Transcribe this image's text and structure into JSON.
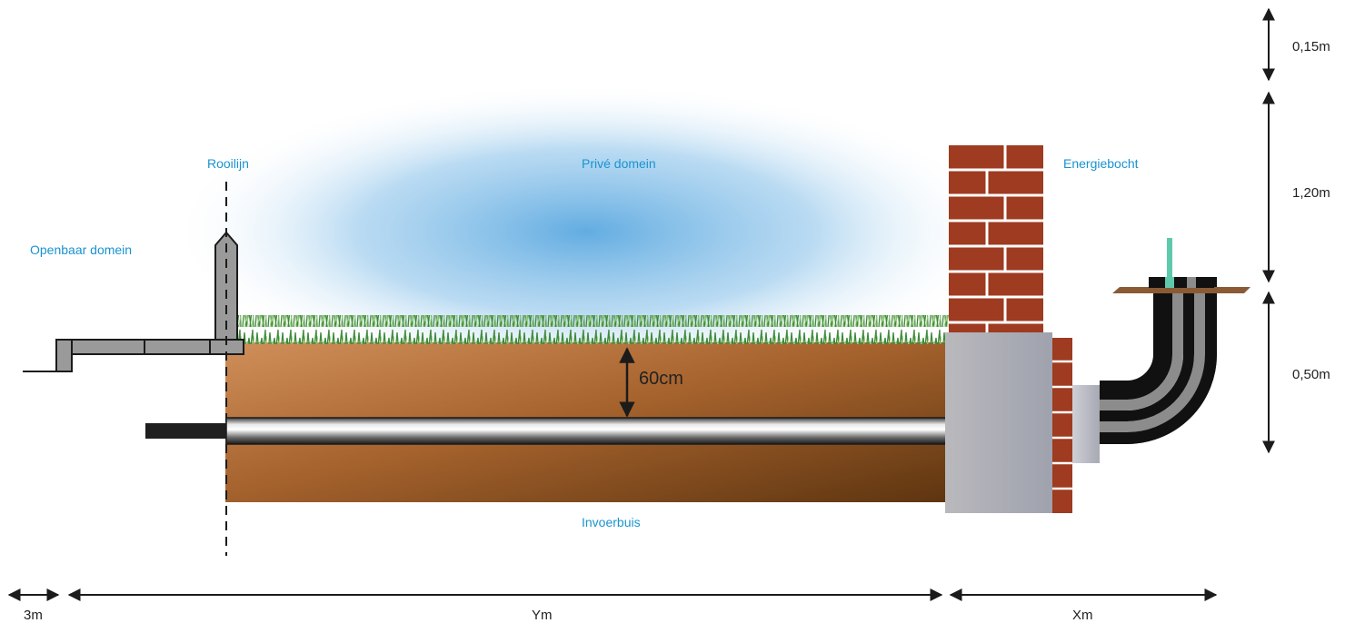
{
  "labels": {
    "public_domain": "Openbaar domein",
    "building_line": "Rooilijn",
    "private_domain": "Privé domein",
    "energy_bend": "Energiebocht",
    "inlet_pipe": "Invoerbuis",
    "depth": "60cm"
  },
  "dimensions": {
    "top_gap": "0,15m",
    "wall_height": "1,20m",
    "bend_height": "0,50m",
    "public_width": "3m",
    "private_width": "Ym",
    "bend_width": "Xm"
  },
  "colors": {
    "label_blue": "#1a93d0",
    "soil_light": "#c98a55",
    "soil_dark": "#6b3f14",
    "brick": "#9e3b21",
    "mortar": "#ffffff",
    "concrete": "#9a9a9a",
    "grass": "#3f8a3a",
    "sky_glow": "#6fb2e3",
    "bend_black": "#111111",
    "bend_grey": "#8c8c8c",
    "cable_green": "#5fc9ad",
    "board": "#8a5a35"
  },
  "icons": [
    "double-arrow-icon",
    "grass-texture",
    "brick-wall",
    "pipe-bend"
  ]
}
